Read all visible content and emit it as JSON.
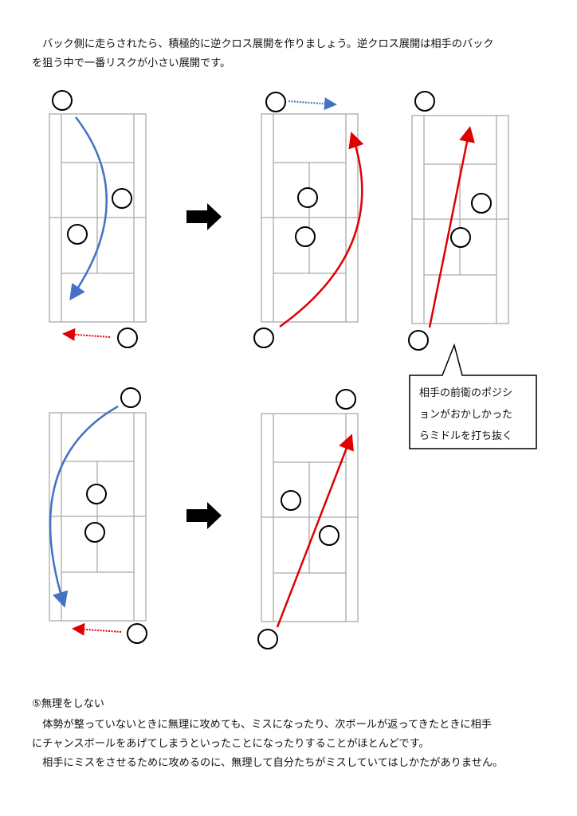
{
  "intro": {
    "line1": "　バック側に走らされたら、積極的に逆クロス展開を作りましょう。逆クロス展開は相手のバック",
    "line2": "を狙う中で一番リスクが小さい展開です。"
  },
  "callout": {
    "line1": "相手の前衛のポジシ",
    "line2": "ョンがおかしかった",
    "line3": "らミドルを打ち抜く"
  },
  "section": {
    "heading": "⑤無理をしない",
    "line1": "　体勢が整っていないときに無理に攻めても、ミスになったり、次ボールが返ってきたときに相手",
    "line2": "にチャンスボールをあげてしまうといったことになったりすることがほとんどです。",
    "line3": "　相手にミスをさせるために攻めるのに、無理して自分たちがミスしていてはしかたがありません。"
  },
  "colors": {
    "blue": "#4472c4",
    "red": "#e00000"
  }
}
